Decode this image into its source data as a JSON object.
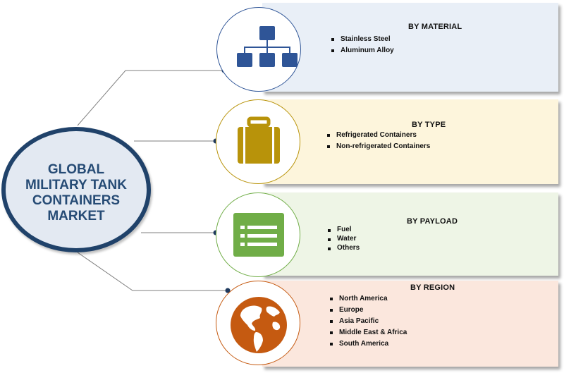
{
  "hub": {
    "title_lines": [
      "GLOBAL",
      "MILITARY TANK",
      "CONTAINERS",
      "MARKET"
    ]
  },
  "segments": [
    {
      "title": "BY MATERIAL",
      "items": [
        "Stainless Steel",
        "Aluminum Alloy"
      ],
      "icon": "hierarchy-icon",
      "accent": "#2f5597",
      "fill": "#e9eff7"
    },
    {
      "title": "BY TYPE",
      "items": [
        "Refrigerated Containers",
        "Non-refrigerated Containers"
      ],
      "icon": "briefcase-icon",
      "accent": "#b8930a",
      "fill": "#fdf5dc"
    },
    {
      "title": "BY PAYLOAD",
      "items": [
        "Fuel",
        "Water",
        "Others"
      ],
      "icon": "list-form-icon",
      "accent": "#70ad47",
      "fill": "#eef5e6"
    },
    {
      "title": "BY REGION",
      "items": [
        "North America",
        "Europe",
        "Asia Pacific",
        "Middle East & Africa",
        "South America"
      ],
      "icon": "globe-icon",
      "accent": "#c55a11",
      "fill": "#fbe7dd"
    }
  ]
}
